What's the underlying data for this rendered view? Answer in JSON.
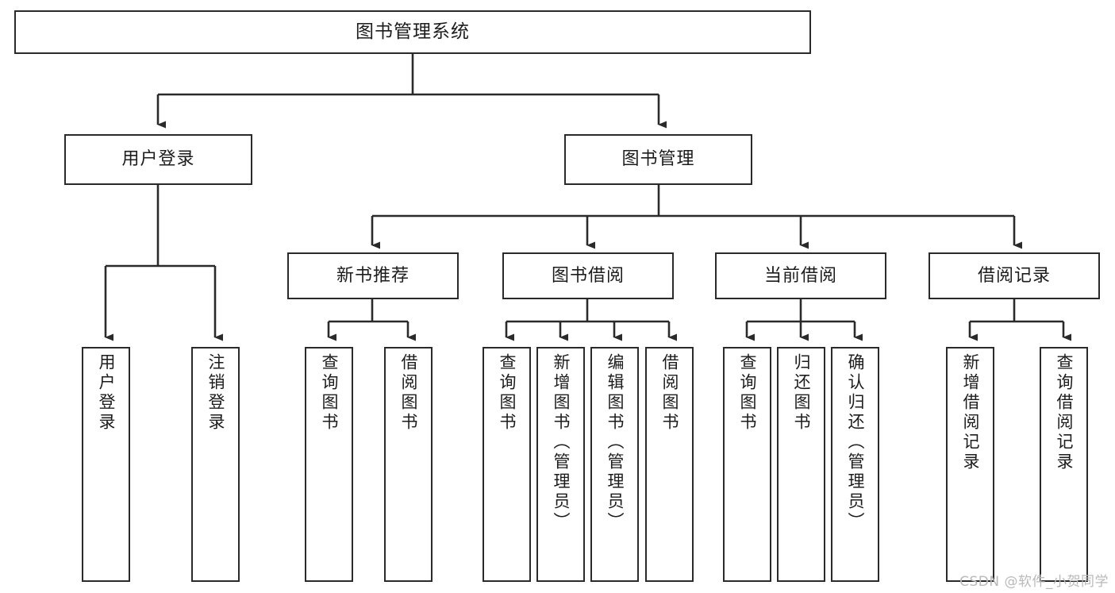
{
  "diagram": {
    "title": "图书管理系统",
    "watermark": "CSDN @软件_小贺同学",
    "stroke_color": "#2a2a2a",
    "fill_color": "#ffffff",
    "text_color": "#1c1c1c"
  },
  "chart_data": {
    "type": "diagram",
    "subtype": "tree-hierarchy",
    "title": "图书管理系统",
    "orientation": "top-down",
    "nodes": {
      "root": {
        "label": "图书管理系统",
        "level": 1
      },
      "l2_0": {
        "label": "用户登录",
        "level": 2
      },
      "l2_1": {
        "label": "图书管理",
        "level": 2
      },
      "l3_0": {
        "label": "新书推荐",
        "level": 3
      },
      "l3_1": {
        "label": "图书借阅",
        "level": 3
      },
      "l3_2": {
        "label": "当前借阅",
        "level": 3
      },
      "l3_3": {
        "label": "借阅记录",
        "level": 3
      },
      "leaf_0": {
        "label": "用户登录",
        "level": 4
      },
      "leaf_1": {
        "label": "注销登录",
        "level": 4
      },
      "leaf_2": {
        "label": "查询图书",
        "level": 4
      },
      "leaf_3": {
        "label": "借阅图书",
        "level": 4
      },
      "leaf_4": {
        "label": "查询图书",
        "level": 4
      },
      "leaf_5": {
        "label": "新增图书（管理员）",
        "level": 4
      },
      "leaf_6": {
        "label": "编辑图书（管理员）",
        "level": 4
      },
      "leaf_7": {
        "label": "借阅图书",
        "level": 4
      },
      "leaf_8": {
        "label": "查询图书",
        "level": 4
      },
      "leaf_9": {
        "label": "归还图书",
        "level": 4
      },
      "leaf_10": {
        "label": "确认归还（管理员）",
        "level": 4
      },
      "leaf_11": {
        "label": "新增借阅记录",
        "level": 4
      },
      "leaf_12": {
        "label": "查询借阅记录",
        "level": 4
      }
    },
    "edges": [
      {
        "from": "root",
        "to": "l2_0"
      },
      {
        "from": "root",
        "to": "l2_1"
      },
      {
        "from": "l2_1",
        "to": "l3_0"
      },
      {
        "from": "l2_1",
        "to": "l3_1"
      },
      {
        "from": "l2_1",
        "to": "l3_2"
      },
      {
        "from": "l2_1",
        "to": "l3_3"
      },
      {
        "from": "l2_0",
        "to": "leaf_0"
      },
      {
        "from": "l2_0",
        "to": "leaf_1"
      },
      {
        "from": "l3_0",
        "to": "leaf_2"
      },
      {
        "from": "l3_0",
        "to": "leaf_3"
      },
      {
        "from": "l3_1",
        "to": "leaf_4"
      },
      {
        "from": "l3_1",
        "to": "leaf_5"
      },
      {
        "from": "l3_1",
        "to": "leaf_6"
      },
      {
        "from": "l3_1",
        "to": "leaf_7"
      },
      {
        "from": "l3_2",
        "to": "leaf_8"
      },
      {
        "from": "l3_2",
        "to": "leaf_9"
      },
      {
        "from": "l3_2",
        "to": "leaf_10"
      },
      {
        "from": "l3_3",
        "to": "leaf_11"
      },
      {
        "from": "l3_3",
        "to": "leaf_12"
      }
    ]
  }
}
